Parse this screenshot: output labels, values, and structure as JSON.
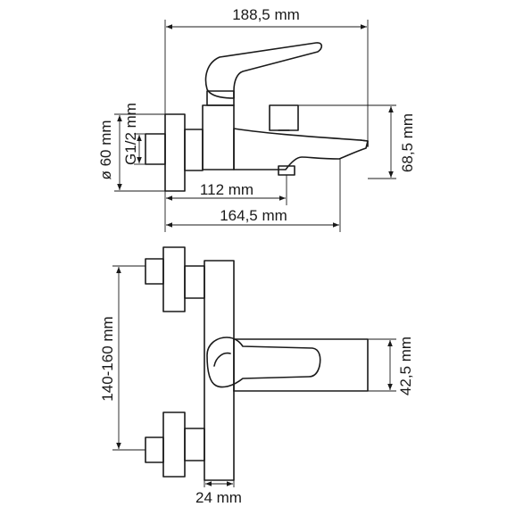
{
  "dimensions": {
    "total_length": "188,5 mm",
    "diameter": "ø 60 mm",
    "thread": "G1/2 mm",
    "spout_distance": "112 mm",
    "body_length": "164,5 mm",
    "height": "68,5 mm",
    "center_distance": "140-160 mm",
    "handle_height": "42,5 mm",
    "body_width": "24 mm"
  },
  "colors": {
    "stroke": "#1a1a1a",
    "background": "#ffffff"
  }
}
